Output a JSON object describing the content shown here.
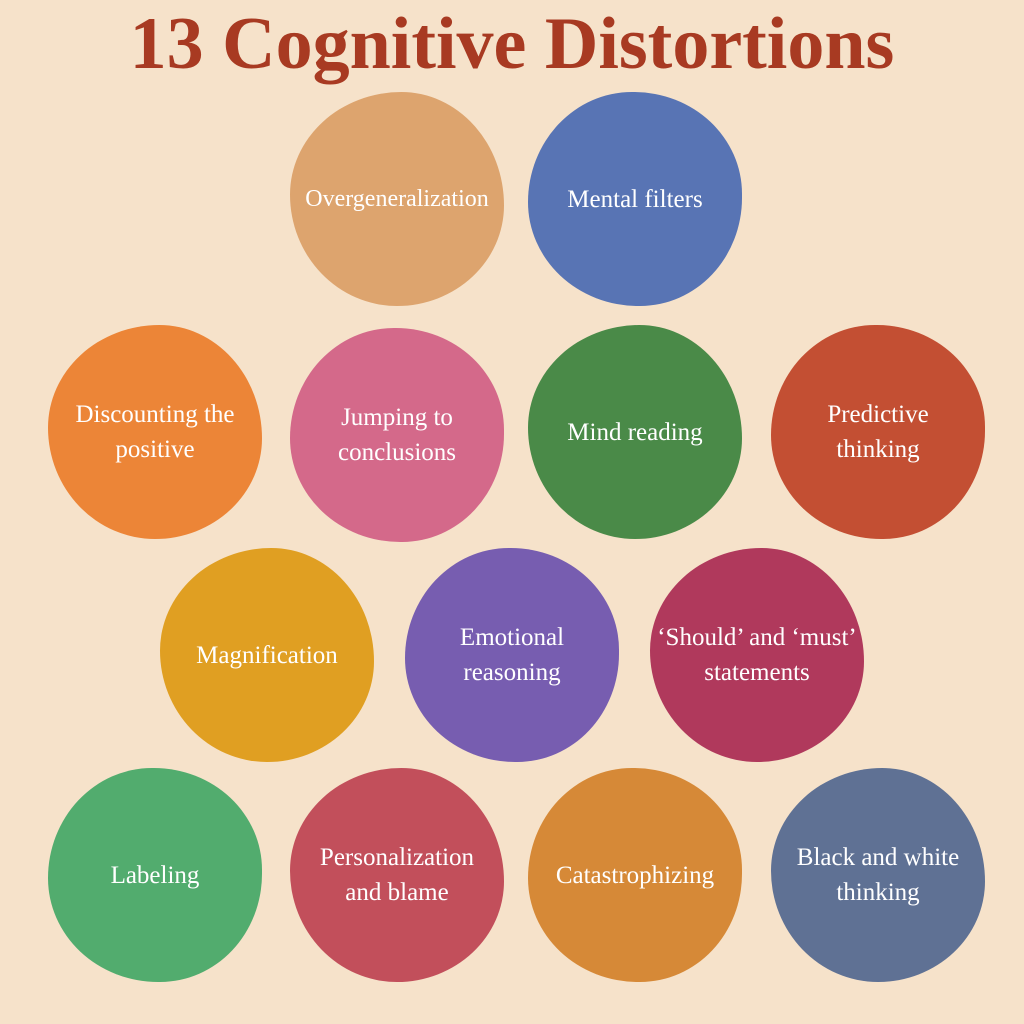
{
  "title": "13 Cognitive Distortions",
  "items": [
    {
      "label": "Overgeneralization",
      "color": "#DDA46E"
    },
    {
      "label": "Mental filters",
      "color": "#5874B4"
    },
    {
      "label": "Discounting the positive",
      "color": "#EC8537"
    },
    {
      "label": "Jumping to conclusions",
      "color": "#D4698A"
    },
    {
      "label": "Mind reading",
      "color": "#4A8A48"
    },
    {
      "label": "Predictive thinking",
      "color": "#C34F33"
    },
    {
      "label": "Magnification",
      "color": "#E09F22"
    },
    {
      "label": "Emotional reasoning",
      "color": "#775DB0"
    },
    {
      "label": "‘Should’ and ‘must’ statements",
      "color": "#B0395C"
    },
    {
      "label": "Labeling",
      "color": "#52AC6E"
    },
    {
      "label": "Personalization and blame",
      "color": "#C24F5B"
    },
    {
      "label": "Catastrophizing",
      "color": "#D68937"
    },
    {
      "label": "Black and white thinking",
      "color": "#5F7194"
    }
  ]
}
